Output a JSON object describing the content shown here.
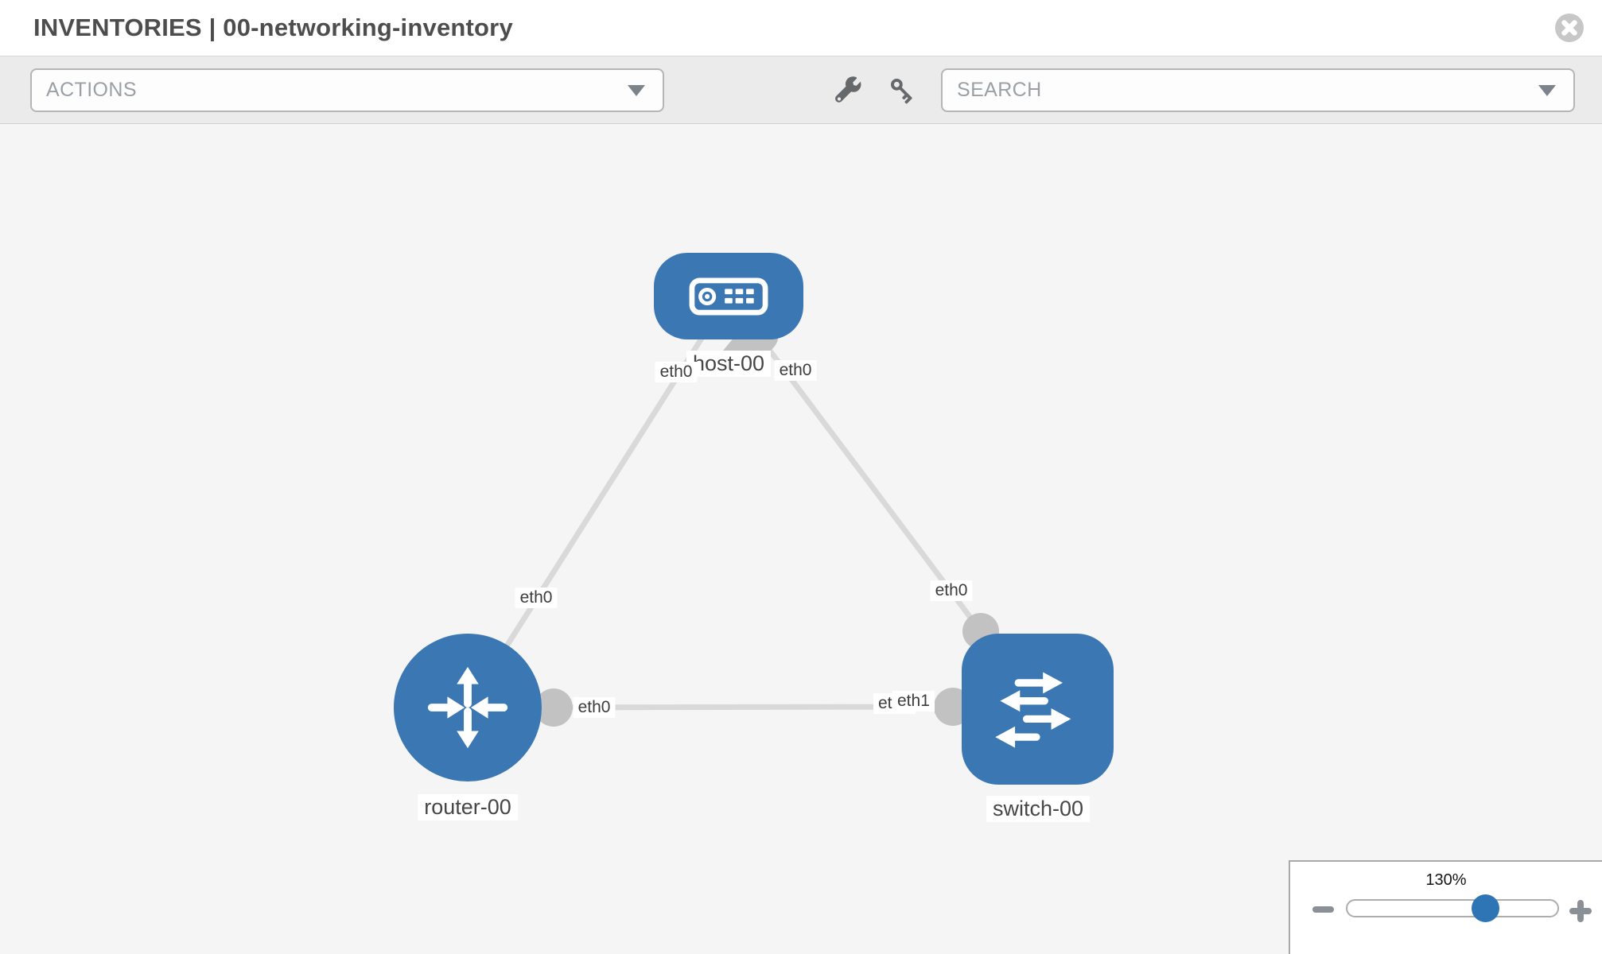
{
  "header": {
    "title": "INVENTORIES | 00-networking-inventory"
  },
  "toolbar": {
    "actions_label": "ACTIONS",
    "search_label": "SEARCH",
    "icons": {
      "wrench": "wrench-icon",
      "key": "key-icon",
      "dropdown_caret": "chevron-down-icon",
      "close": "circle-x-icon"
    }
  },
  "canvas": {
    "nodes": {
      "host": {
        "label": "host-00",
        "type": "host",
        "icon": "host-device-icon"
      },
      "router": {
        "label": "router-00",
        "type": "router",
        "icon": "router-arrows-icon"
      },
      "switch": {
        "label": "switch-00",
        "type": "switch",
        "icon": "switch-arrows-icon"
      }
    },
    "links": [
      {
        "from": "host-00",
        "to": "router-00"
      },
      {
        "from": "host-00",
        "to": "switch-00"
      },
      {
        "from": "router-00",
        "to": "switch-00"
      }
    ],
    "iface_labels": {
      "host_router_at_host": "eth0",
      "host_switch_at_host": "eth0",
      "host_router_at_router": "eth0",
      "router_switch_at_router": "eth0",
      "host_switch_at_switch": "eth0",
      "router_switch_at_switch_back": "eth0",
      "router_switch_at_switch_front": "eth1"
    }
  },
  "zoom": {
    "level": "130%"
  },
  "colors": {
    "node_blue": "#3b78b3",
    "thumb_blue": "#2e75b6",
    "port_gray": "#c2c2c2",
    "link_gray": "#d9d9d9",
    "canvas_bg": "#f5f5f5",
    "toolbar_bg": "#ebebeb"
  }
}
